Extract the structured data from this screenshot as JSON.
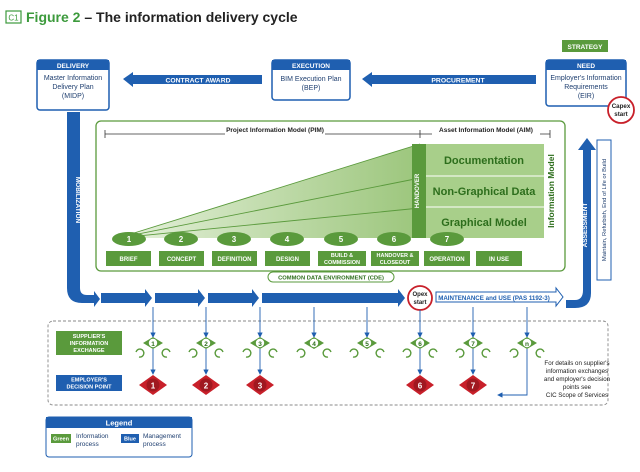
{
  "figure": {
    "badge": "C1",
    "label": "Figure 2",
    "separator": " – ",
    "title": "The information delivery cycle"
  },
  "top": {
    "delivery": {
      "header": "DELIVERY",
      "lines": [
        "Master Information",
        "Delivery Plan",
        "(MIDP)"
      ]
    },
    "execution": {
      "header": "EXECUTION",
      "lines": [
        "BIM Execution Plan",
        "(BEP)"
      ]
    },
    "need": {
      "header": "NEED",
      "lines": [
        "Employer's Information",
        "Requirements",
        "(EIR)"
      ]
    },
    "strategy": "STRATEGY",
    "contract_award": "CONTRACT AWARD",
    "procurement": "PROCUREMENT",
    "capex": [
      "Capex",
      "start"
    ]
  },
  "models": {
    "pim": "Project Information Model (PIM)",
    "aim": "Asset Information Model (AIM)",
    "handover": "HANDOVER",
    "layers": [
      "Documentation",
      "Non-Graphical Data",
      "Graphical Model"
    ],
    "information_model": "Information Model"
  },
  "stages": {
    "numbers": [
      "1",
      "2",
      "3",
      "4",
      "5",
      "6",
      "7"
    ],
    "labels": [
      [
        "BRIEF"
      ],
      [
        "CONCEPT"
      ],
      [
        "DEFINITION"
      ],
      [
        "DESIGN"
      ],
      [
        "BUILD &",
        "COMMISSION"
      ],
      [
        "HANDOVER &",
        "CLOSEOUT"
      ],
      [
        "OPERATION"
      ],
      [
        "IN USE"
      ]
    ]
  },
  "cde": "COMMON DATA ENVIRONMENT (CDE)",
  "side": {
    "mobilization": "MOBILIZATION",
    "assessment": "ASSESSMENT",
    "assessment_note": "Maintain, Refurbish, End of Life or Build"
  },
  "opex": [
    "Opex",
    "start"
  ],
  "maintenance": "MAINTENANCE and USE (PAS 1192-3)",
  "exchange": {
    "supplier_label": [
      "SUPPLIER'S",
      "INFORMATION",
      "EXCHANGE"
    ],
    "employer_label": [
      "EMPLOYER'S",
      "DECISION POINT"
    ],
    "supplier_points": [
      "1",
      "2",
      "3",
      "4",
      "5",
      "6",
      "7",
      "n"
    ],
    "decision_points": [
      "1",
      "2",
      "3",
      "6",
      "7"
    ],
    "note": [
      "For details on supplier's",
      "information exchanges",
      "and employer's decision",
      "points see",
      "CIC Scope of Services"
    ]
  },
  "legend": {
    "title": "Legend",
    "green_tag": "Green",
    "green_text": [
      "Information",
      "process"
    ],
    "blue_tag": "Blue",
    "blue_text": [
      "Management",
      "process"
    ]
  },
  "colors": {
    "green": "#5a9a3c",
    "green_light": "#a8cf8a",
    "blue": "#1f5fb0",
    "red": "#c8202a",
    "title_green": "#3c9a3c"
  }
}
